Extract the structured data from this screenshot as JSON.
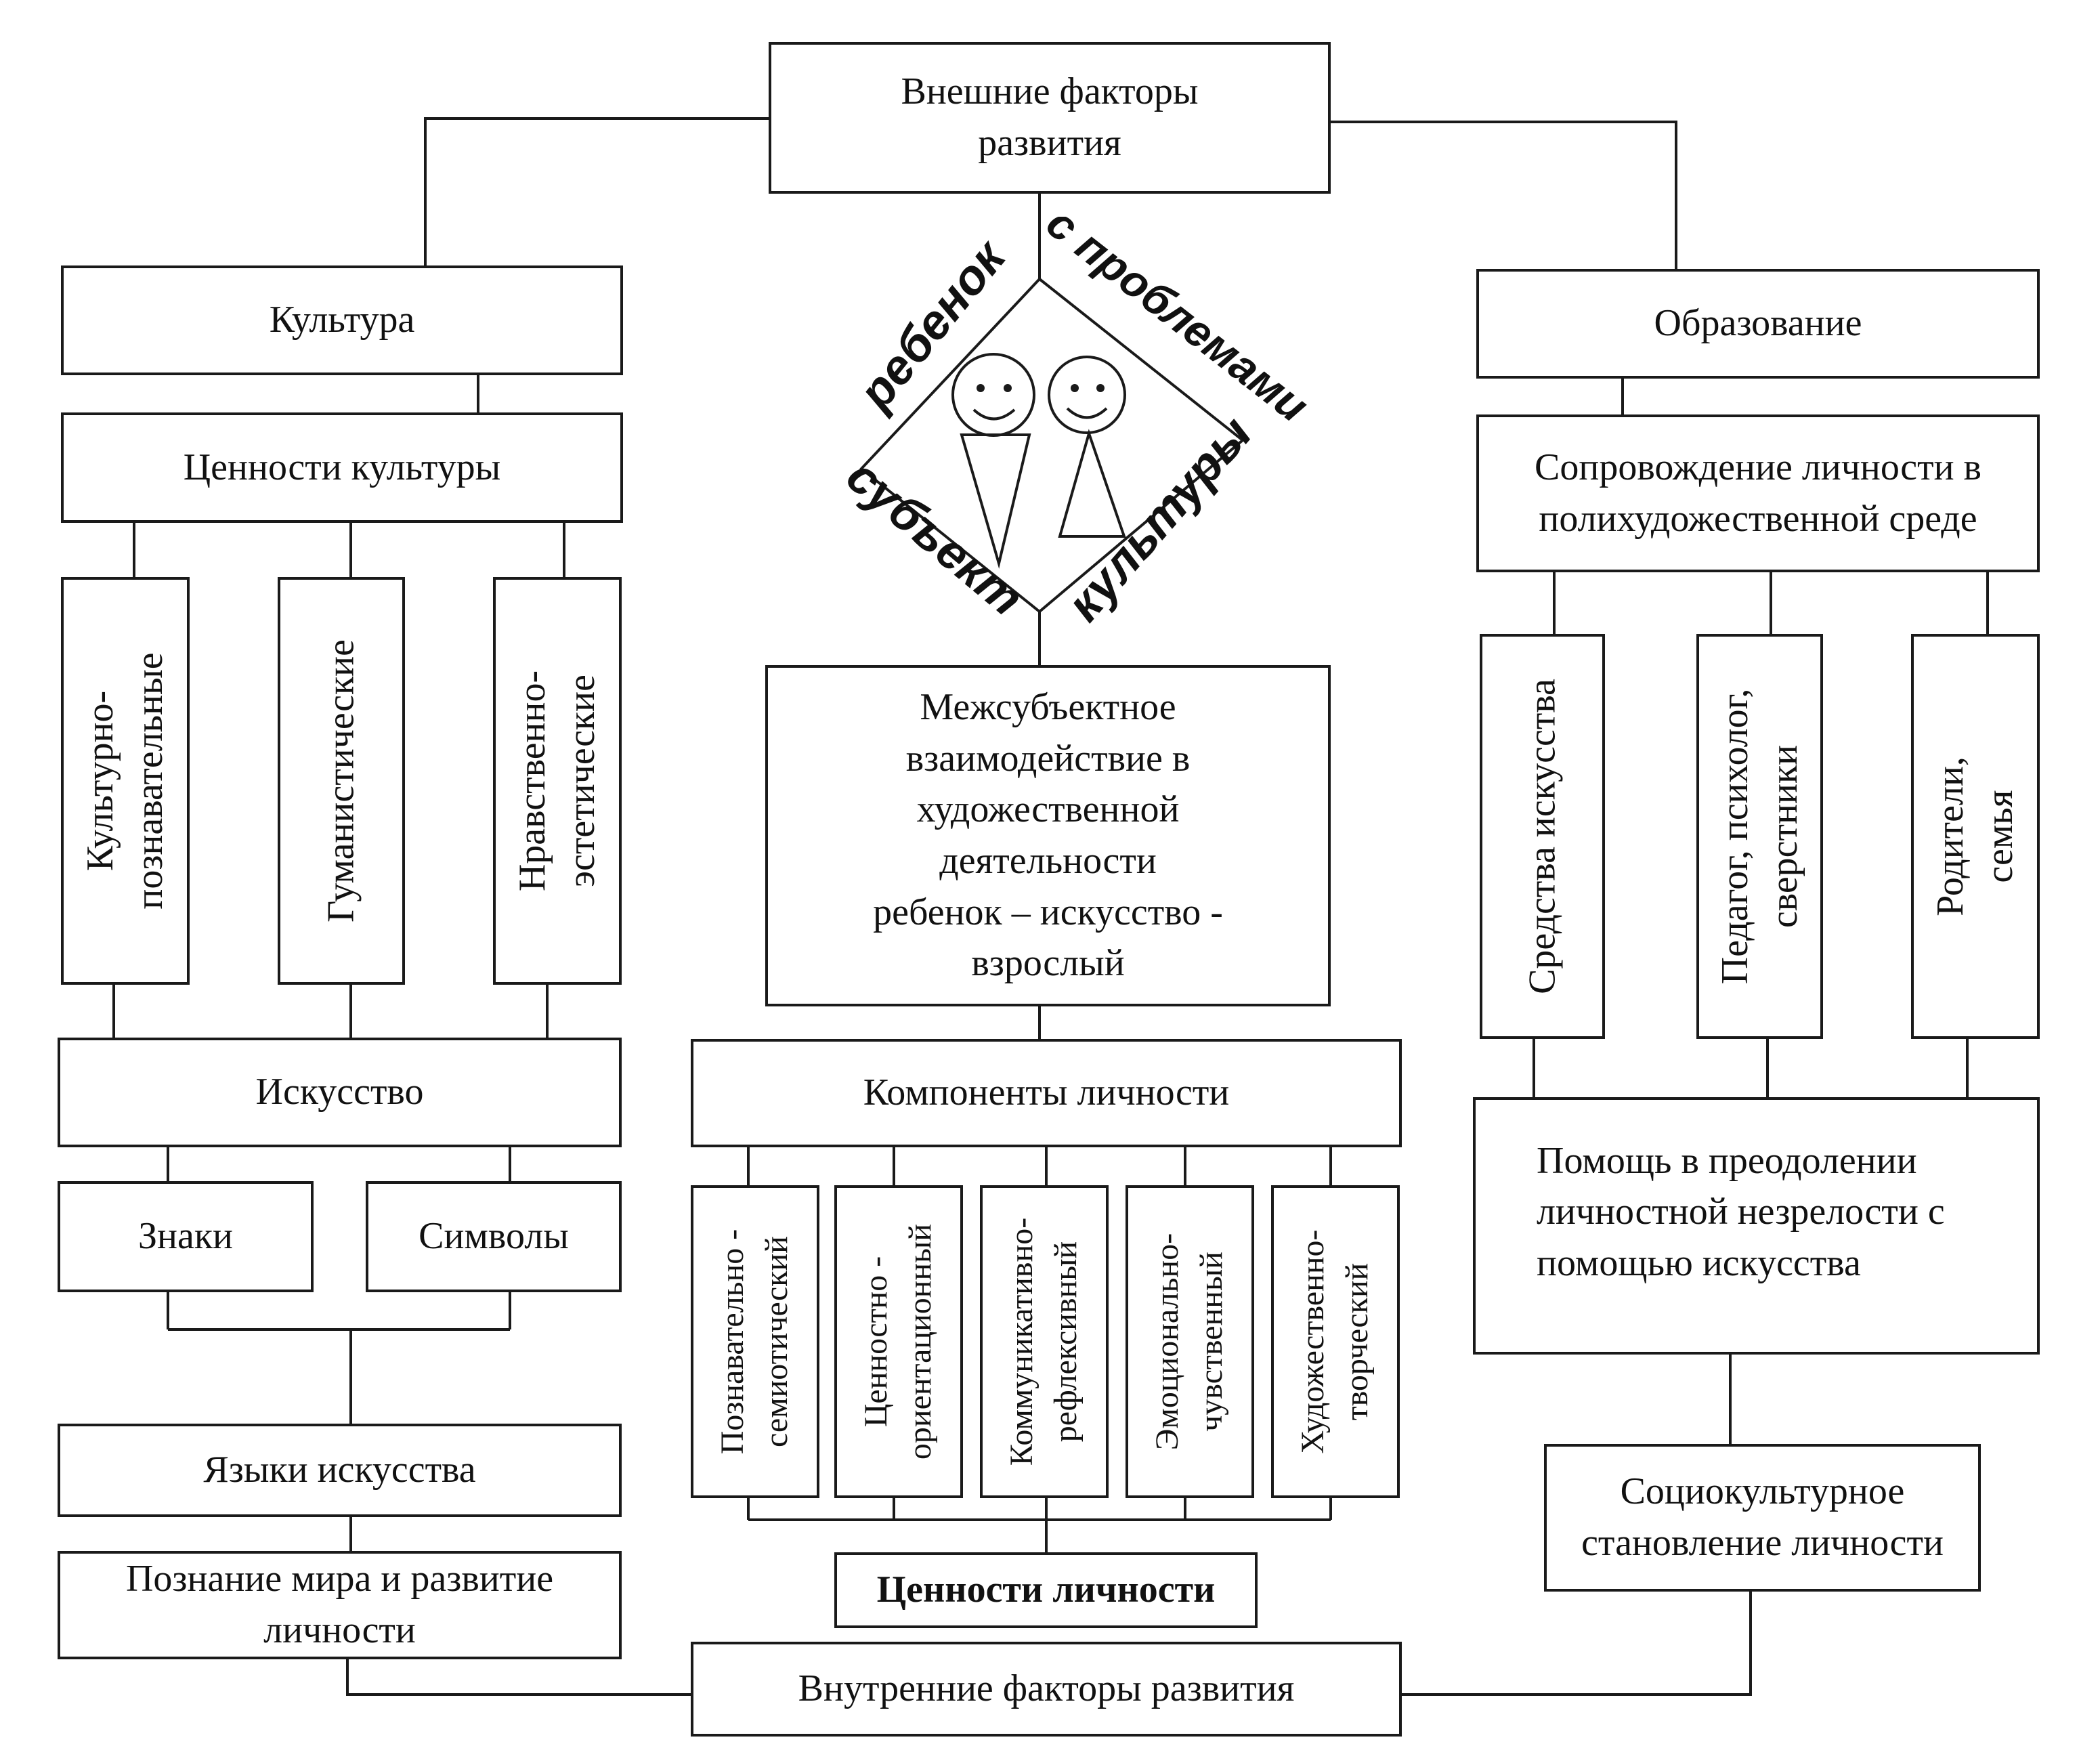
{
  "top": {
    "line1": "Внешние факторы",
    "line2": "развития"
  },
  "left": {
    "culture": "Культура",
    "culture_values": "Ценности культуры",
    "value_types": [
      "Культурно-",
      "познавательные",
      "Гуманистические",
      "Нравственно-",
      "эстетические"
    ],
    "art": "Искусство",
    "signs": "Знаки",
    "symbols": "Символы",
    "art_languages": "Языки искусства",
    "cognition": {
      "line1": "Познание мира и развитие",
      "line2": "личности"
    }
  },
  "center": {
    "diamond": {
      "word_top_left": "ребенок",
      "word_top_right": "с проблемами",
      "word_bottom_left": "субъект",
      "word_bottom_right": "культуры"
    },
    "interaction": [
      "Межсубъектное",
      "взаимодействие в",
      "художественной",
      "деятельности",
      "ребенок – искусство -",
      "взрослый"
    ],
    "components_title": "Компоненты личности",
    "components": [
      {
        "line1": "Познавательно -",
        "line2": "семиотический"
      },
      {
        "line1": "Ценностно -",
        "line2": "ориентационный"
      },
      {
        "line1": "Коммуникативно-",
        "line2": "рефлексивный"
      },
      {
        "line1": "Эмоционально-",
        "line2": "чувственный"
      },
      {
        "line1": "Художественно-",
        "line2": "творческий"
      }
    ],
    "personal_values": "Ценности личности",
    "inner_factors": "Внутренние факторы развития"
  },
  "right": {
    "education": "Образование",
    "support": {
      "line1": "Сопровождение личности в",
      "line2": "полихудожественной среде"
    },
    "agents": [
      {
        "line1": "Средства искусства"
      },
      {
        "line1": "Педагог, психолог,",
        "line2": "сверстники"
      },
      {
        "line1": "Родители,",
        "line2": "семья"
      }
    ],
    "help": [
      "Помощь в преодолении",
      "личностной незрелости с",
      "помощью искусства"
    ],
    "sociocultural": {
      "line1": "Социокультурное",
      "line2": "становление личности"
    }
  }
}
